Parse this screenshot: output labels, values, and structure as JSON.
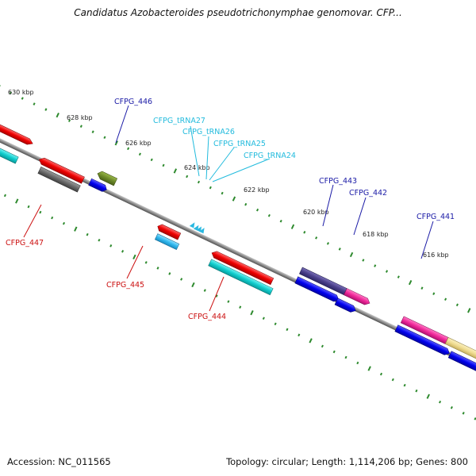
{
  "title": "Candidatus Azobacteroides pseudotrichonymphae genomovar. CFP...",
  "footer": {
    "accession": "Accession: NC_011565",
    "topology": "Topology: circular; Length: 1,114,206 bp; Genes: 800"
  },
  "colors": {
    "backbone": "#8a8a8a",
    "tick": "#2e8a2e",
    "label_blue": "#1a1aa6",
    "label_cyan": "#22bbdd",
    "label_red": "#cc1111"
  },
  "kbp_labels": [
    "630 kbp",
    "628 kbp",
    "626 kbp",
    "624 kbp",
    "622 kbp",
    "620 kbp",
    "618 kbp",
    "616 kbp"
  ],
  "gene_labels": {
    "cfpg_446": "CFPG_446",
    "trna27": "CFPG_tRNA27",
    "trna26": "CFPG_tRNA26",
    "trna25": "CFPG_tRNA25",
    "trna24": "CFPG_tRNA24",
    "cfpg_443": "CFPG_443",
    "cfpg_442": "CFPG_442",
    "cfpg_441": "CFPG_441",
    "cfpg_447": "CFPG_447",
    "cfpg_445": "CFPG_445",
    "cfpg_444": "CFPG_444"
  }
}
